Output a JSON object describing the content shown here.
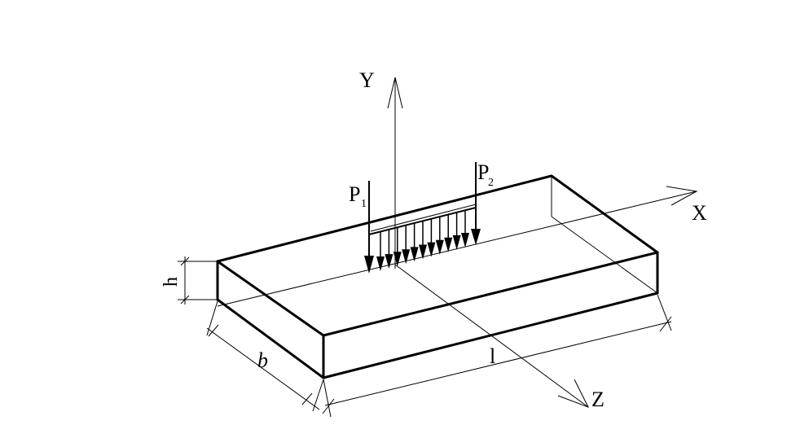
{
  "labels": {
    "axis_x": "X",
    "axis_y": "Y",
    "axis_z": "Z",
    "p1_main": "P",
    "p1_sub": "1",
    "p2_main": "P",
    "p2_sub": "2",
    "dim_h": "h",
    "dim_b": "b",
    "dim_l": "l"
  },
  "load": {
    "distributed_arrow_count": 11
  }
}
